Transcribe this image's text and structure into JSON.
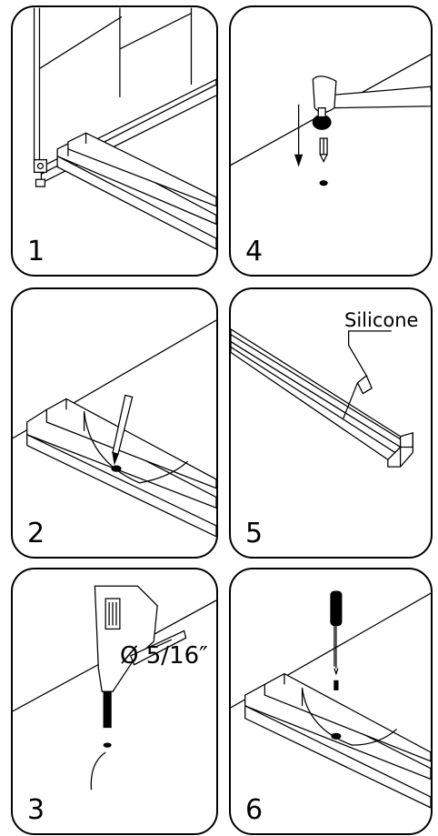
{
  "steps": [
    {
      "number": "1"
    },
    {
      "number": "4"
    },
    {
      "number": "2"
    },
    {
      "number": "5",
      "callout": "Silicone"
    },
    {
      "number": "3",
      "callout": "Ø 5/16″"
    },
    {
      "number": "6"
    }
  ],
  "colors": {
    "line": "#000000",
    "background": "#ffffff"
  }
}
